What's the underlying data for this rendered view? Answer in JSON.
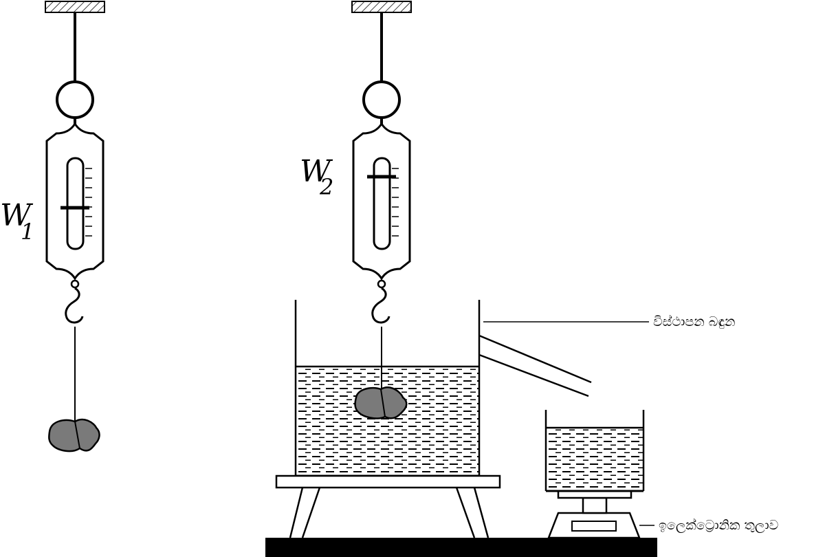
{
  "labels": {
    "w1_letter": "W",
    "w1_subscript": "1",
    "w2_letter": "W",
    "w2_subscript": "2",
    "overflow_can": "විස්ථාපන බඳුන",
    "electronic_balance": "ඉලෙක්ට්‍රොනික තුලාව"
  },
  "colors": {
    "ink": "#000000",
    "stone": "#7a7a7a",
    "background": "#ffffff"
  },
  "readings": {
    "balance1_pointer_fraction": 0.55,
    "balance2_pointer_fraction": 0.18
  }
}
